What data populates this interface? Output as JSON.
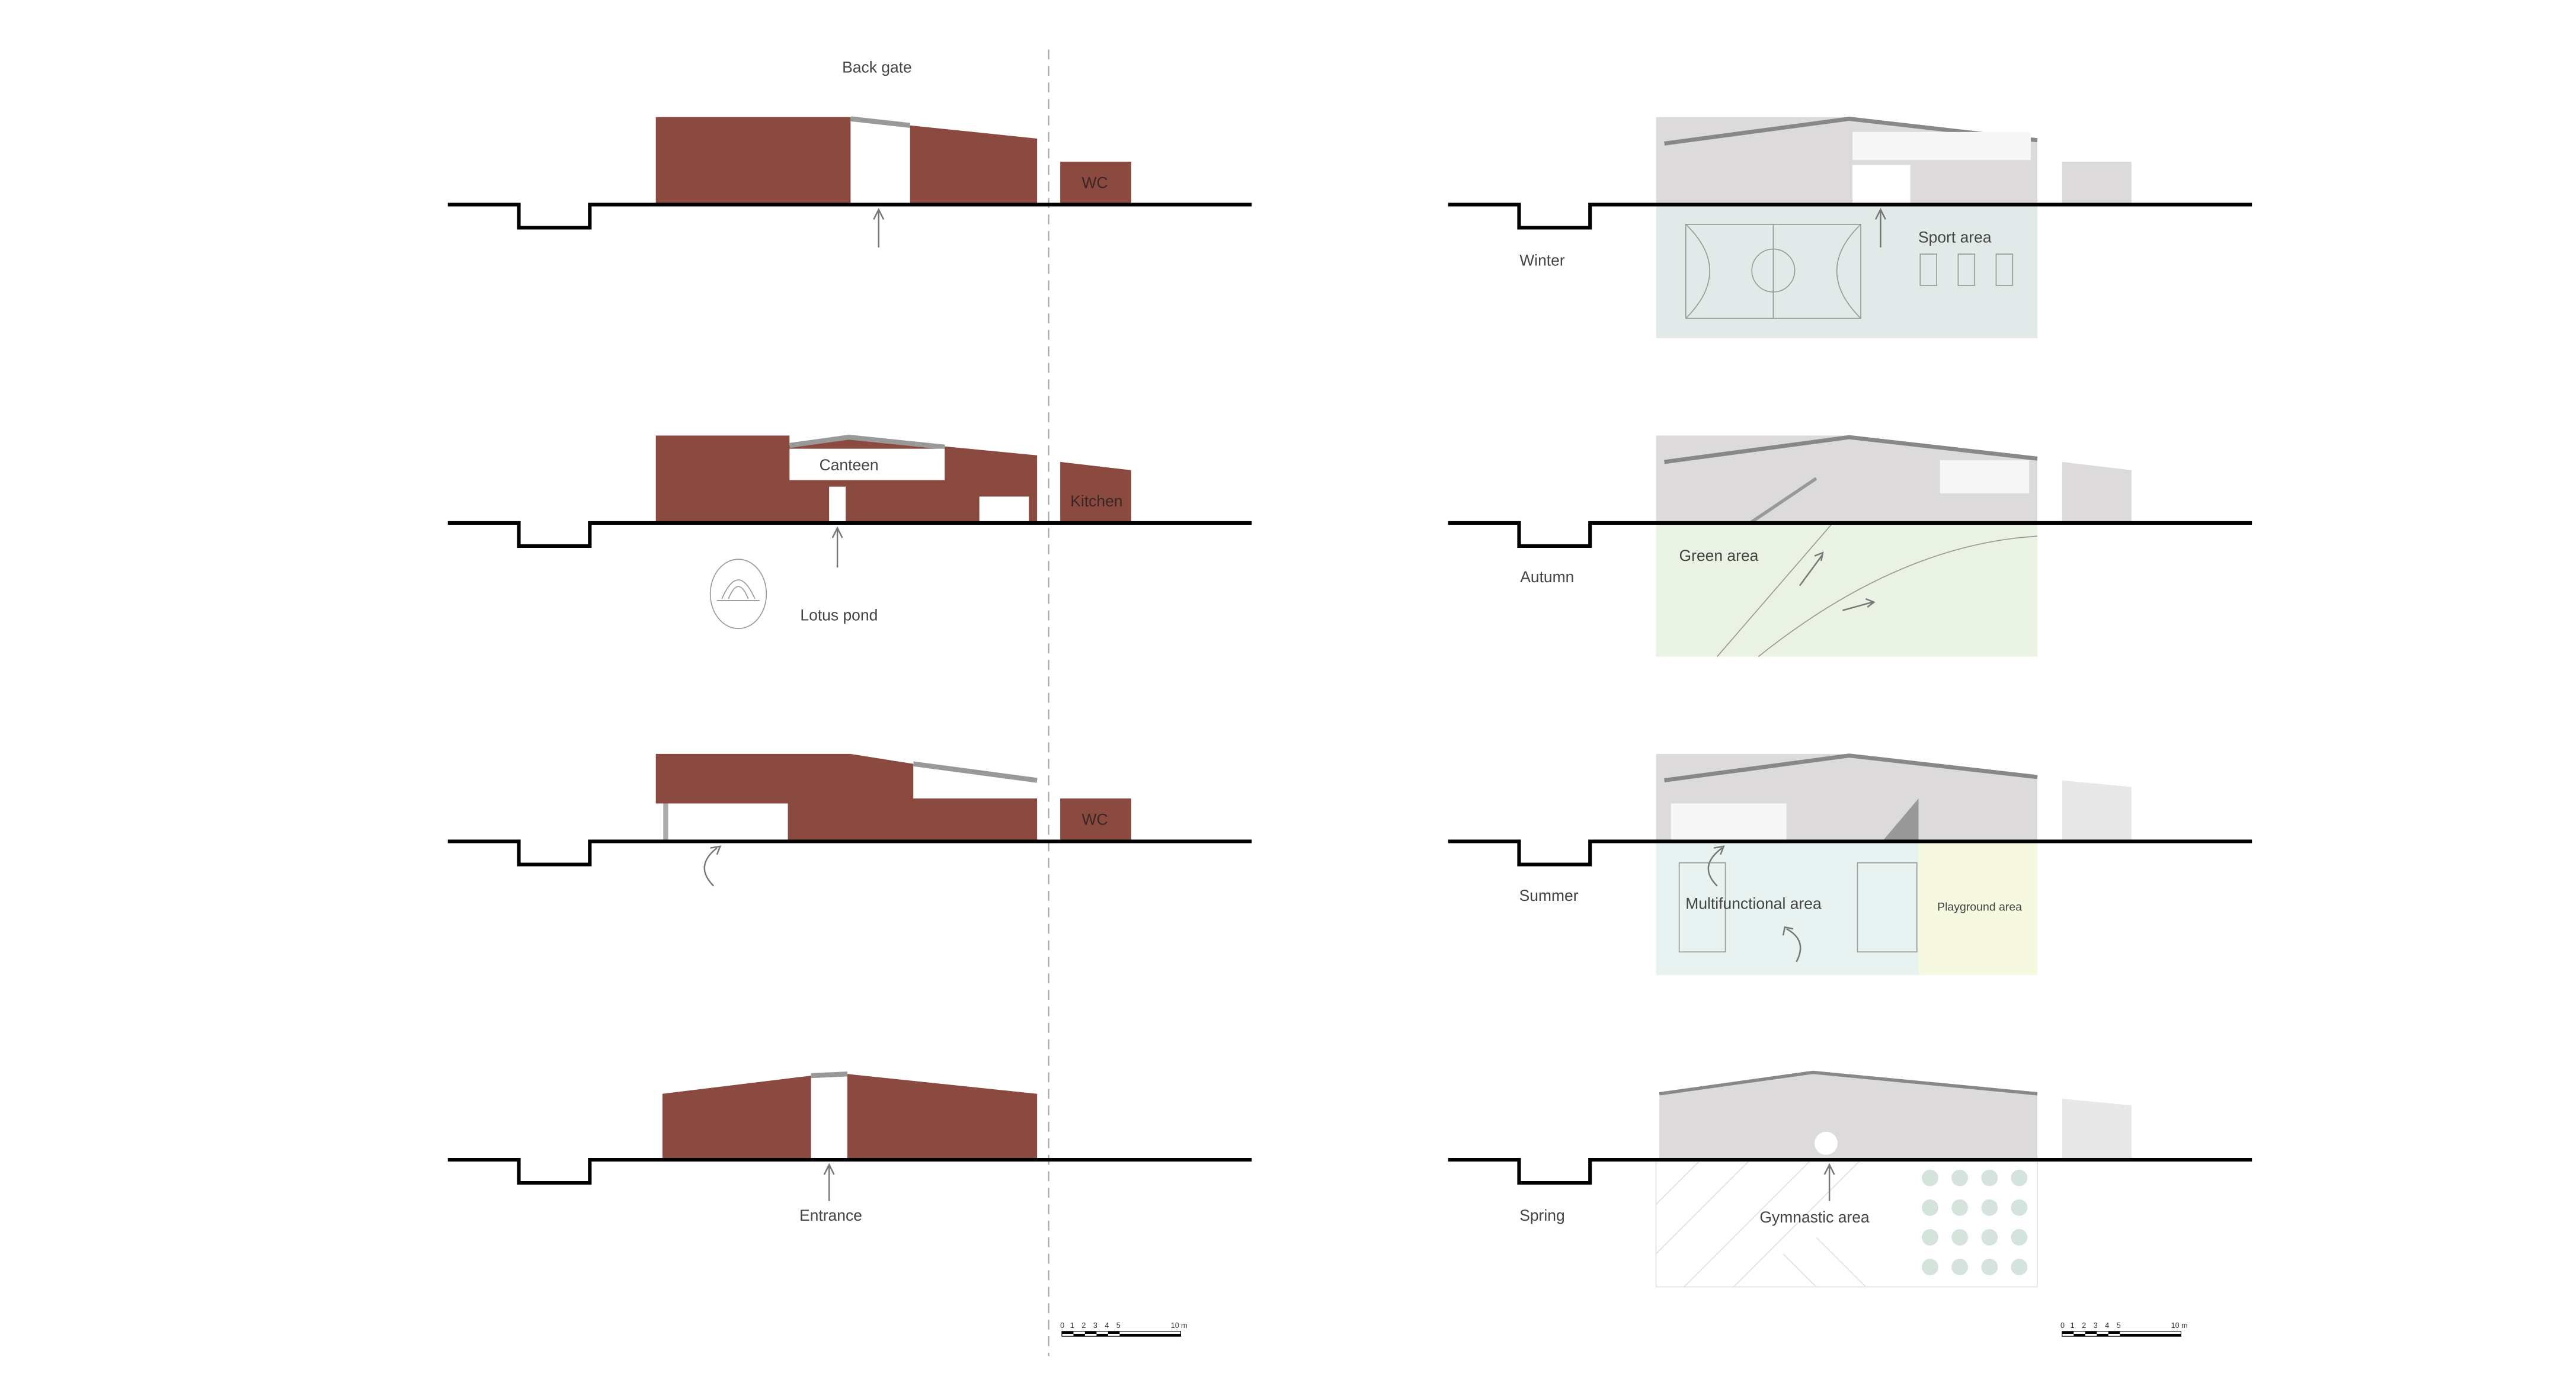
{
  "left_sections": {
    "back_gate": "Back gate",
    "wc_top": "WC",
    "canteen": "Canteen",
    "kitchen": "Kitchen",
    "lotus_pond": "Lotus pond",
    "wc_bottom": "WC",
    "entrance": "Entrance"
  },
  "right_sections": {
    "winter": "Winter",
    "sport_area": "Sport area",
    "autumn": "Autumn",
    "green_area": "Green area",
    "summer": "Summer",
    "multifunctional_area": "Multifunctional area",
    "playground_area": "Playground area",
    "spring": "Spring",
    "gymnastic_area": "Gymnastic area"
  },
  "scale_bar": {
    "t0": "0",
    "t1": "1",
    "t2": "2",
    "t3": "3",
    "t4": "4",
    "t5": "5",
    "t10": "10 m"
  },
  "colors": {
    "building_red": "#8b4a3f",
    "winter_fill": "#e2eae9",
    "autumn_fill": "#e9f2e3",
    "summer_fill": "#e8f3f1",
    "playground_fill": "#f6f8e0",
    "spring_dots": "#d5e3dd"
  }
}
